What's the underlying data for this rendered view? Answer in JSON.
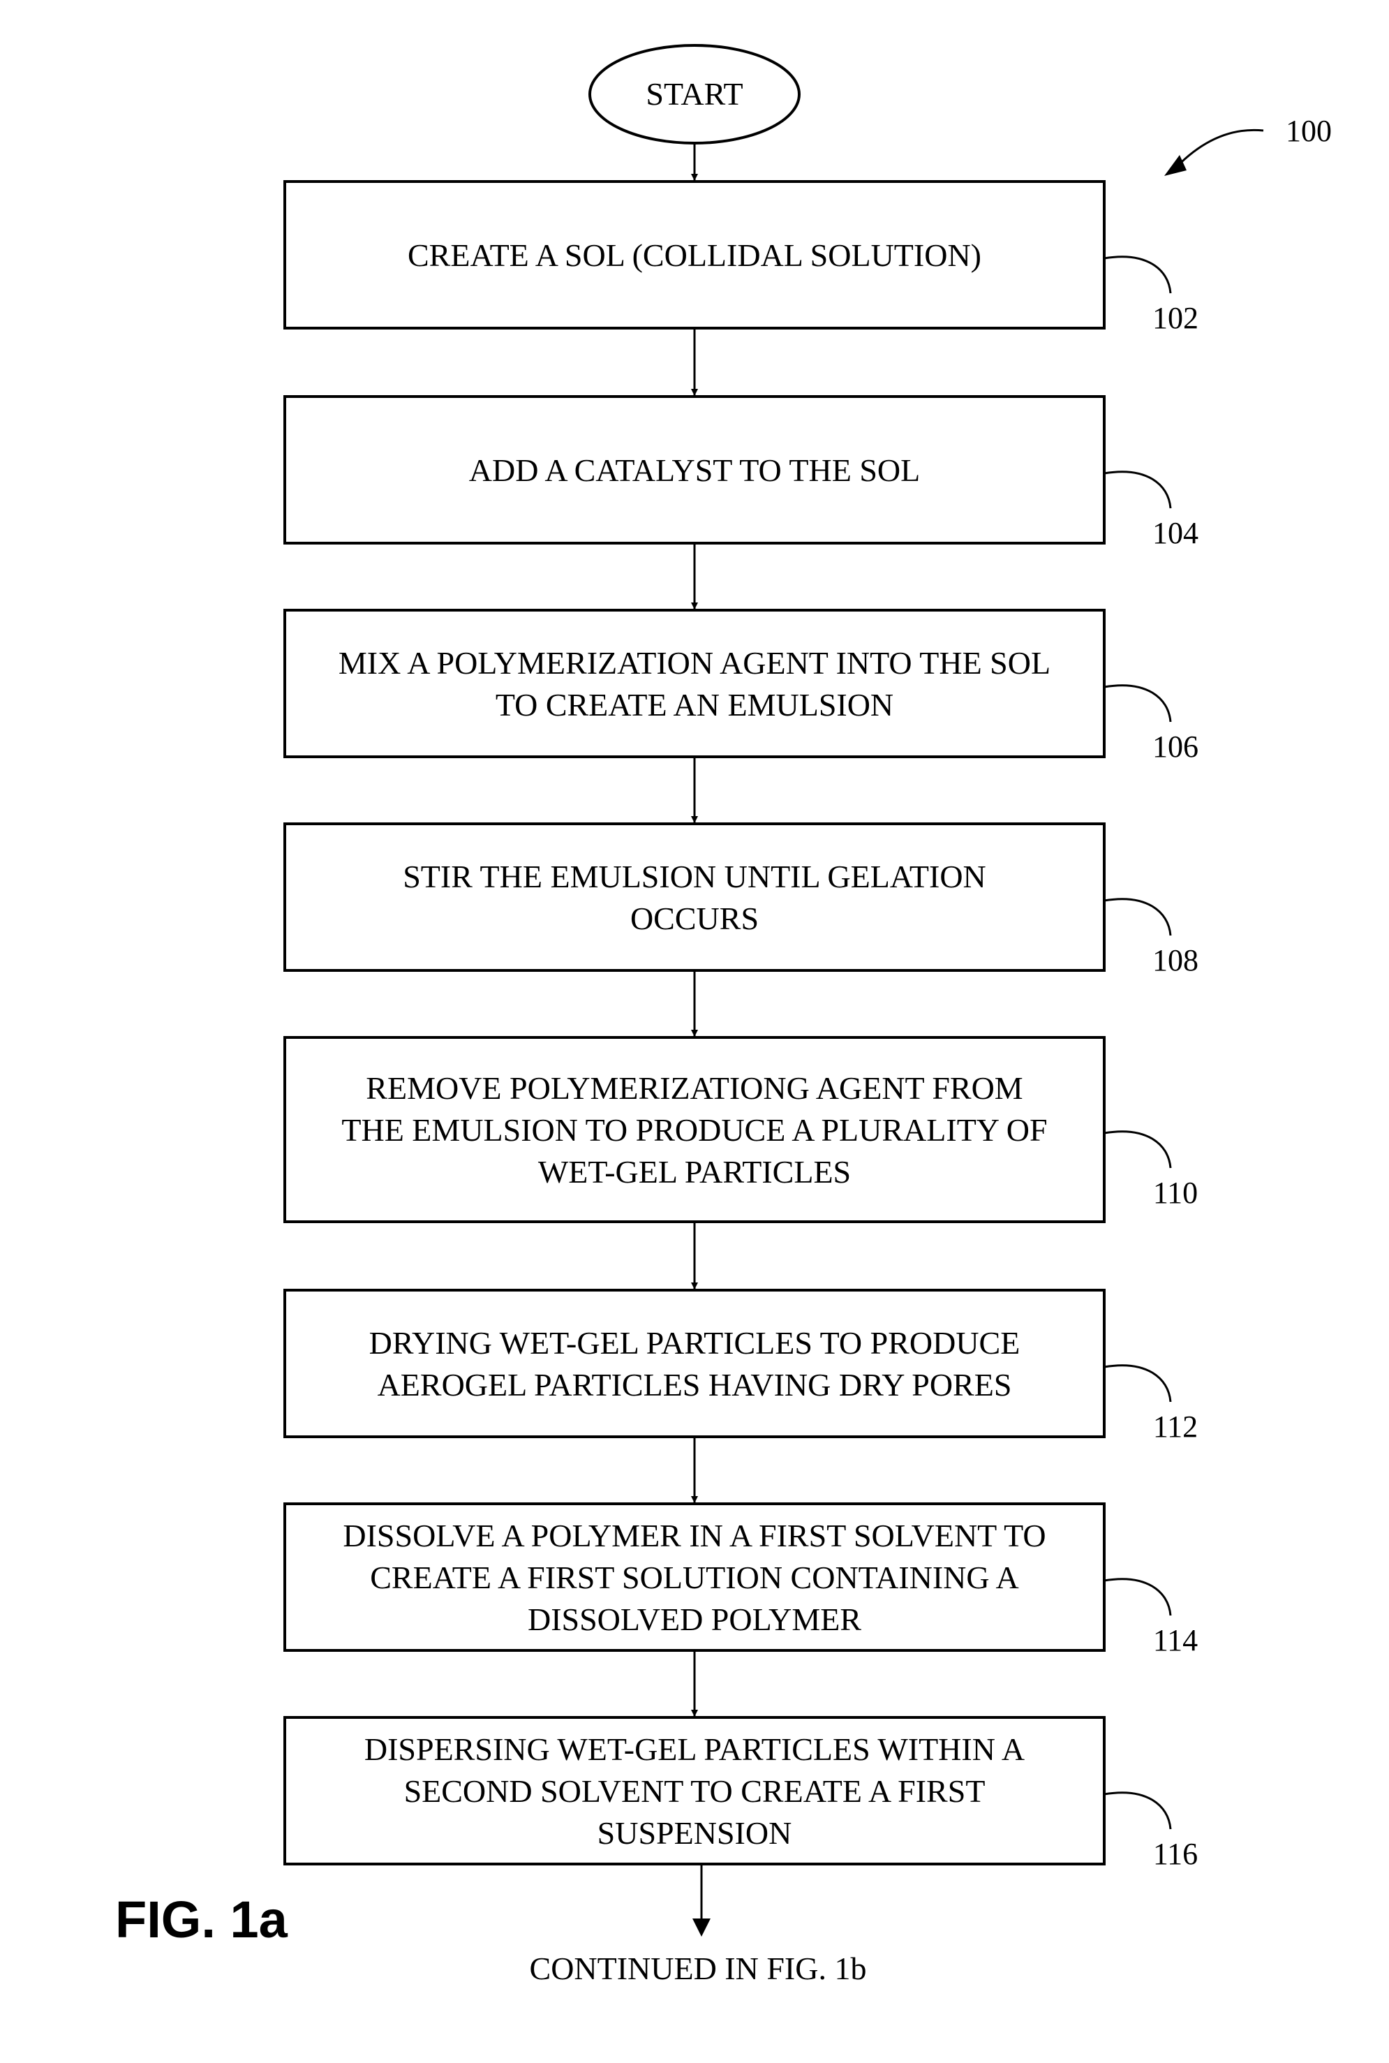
{
  "figure": {
    "label": "FIG. 1a",
    "reference": "100",
    "start_label": "START",
    "continued_label": "CONTINUED IN FIG. 1b"
  },
  "steps": [
    {
      "ref": "102",
      "lines": [
        "CREATE A SOL (COLLIDAL SOLUTION)"
      ]
    },
    {
      "ref": "104",
      "lines": [
        "ADD A CATALYST TO THE SOL"
      ]
    },
    {
      "ref": "106",
      "lines": [
        "MIX A POLYMERIZATION AGENT INTO THE SOL",
        "TO CREATE AN EMULSION"
      ]
    },
    {
      "ref": "108",
      "lines": [
        "STIR THE EMULSION UNTIL GELATION",
        "OCCURS"
      ]
    },
    {
      "ref": "110",
      "lines": [
        "REMOVE POLYMERIZATIONG AGENT FROM",
        "THE EMULSION TO PRODUCE A PLURALITY OF",
        "WET-GEL PARTICLES"
      ]
    },
    {
      "ref": "112",
      "lines": [
        "DRYING WET-GEL PARTICLES TO PRODUCE",
        "AEROGEL PARTICLES HAVING DRY PORES"
      ]
    },
    {
      "ref": "114",
      "lines": [
        "DISSOLVE A POLYMER IN A FIRST SOLVENT TO",
        "CREATE A FIRST SOLUTION CONTAINING A",
        "DISSOLVED POLYMER"
      ]
    },
    {
      "ref": "116",
      "lines": [
        "DISPERSING WET-GEL PARTICLES WITHIN A",
        "SECOND SOLVENT TO CREATE A FIRST",
        "SUSPENSION"
      ]
    }
  ]
}
